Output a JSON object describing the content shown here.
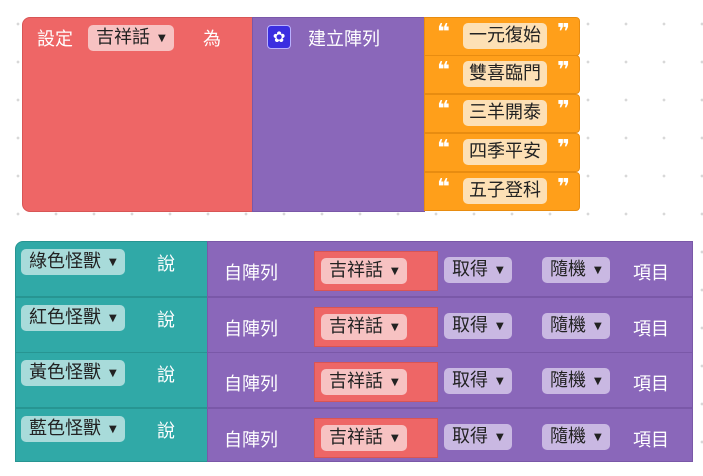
{
  "set_block": {
    "label_set": "設定",
    "variable": "吉祥話",
    "label_as": "為"
  },
  "create_list": {
    "label": "建立陣列",
    "items": [
      "一元復始",
      "雙喜臨門",
      "三羊開泰",
      "四季平安",
      "五子登科"
    ],
    "open_quote": "❝",
    "close_quote": "❞"
  },
  "say_blocks": [
    {
      "sprite": "綠色怪獸",
      "say": "說",
      "from_list": "自陣列",
      "variable": "吉祥話",
      "mode": "取得",
      "where": "隨機",
      "item": "項目"
    },
    {
      "sprite": "紅色怪獸",
      "say": "說",
      "from_list": "自陣列",
      "variable": "吉祥話",
      "mode": "取得",
      "where": "隨機",
      "item": "項目"
    },
    {
      "sprite": "黃色怪獸",
      "say": "說",
      "from_list": "自陣列",
      "variable": "吉祥話",
      "mode": "取得",
      "where": "隨機",
      "item": "項目"
    },
    {
      "sprite": "藍色怪獸",
      "say": "說",
      "from_list": "自陣列",
      "variable": "吉祥話",
      "mode": "取得",
      "where": "隨機",
      "item": "項目"
    }
  ],
  "icons": {
    "mutator": "gear-icon",
    "dropdown": "▼"
  }
}
